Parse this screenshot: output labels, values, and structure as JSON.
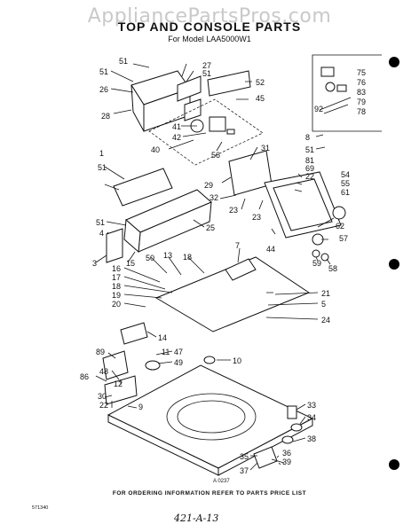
{
  "watermark": "AppliancePartsPros.com",
  "title": "TOP AND CONSOLE PARTS",
  "model": "For Model LAA5000W1",
  "footer": "FOR ORDERING INFORMATION REFER TO PARTS PRICE LIST",
  "footer_code": "571340",
  "drawing_code": "A 0237",
  "handwritten": "421-A-13",
  "callouts": {
    "c75": "75",
    "c76": "76",
    "c83": "83",
    "c79": "79",
    "c92": "92",
    "c78": "78",
    "c51a": "51",
    "c27": "27",
    "c51b": "51",
    "c51c": "51",
    "c26": "26",
    "c52": "52",
    "c45": "45",
    "c28": "28",
    "c41": "41",
    "c42": "42",
    "c40": "40",
    "c56": "56",
    "c8": "8",
    "c51d": "51",
    "c81": "81",
    "c69": "69",
    "c22": "22",
    "c31": "31",
    "c54": "54",
    "c55": "55",
    "c61": "61",
    "c1": "1",
    "c51e": "51",
    "c29": "29",
    "c32": "32",
    "c23a": "23",
    "c23b": "23",
    "c62": "62",
    "c51f": "51",
    "c4": "4",
    "c25": "25",
    "c57": "57",
    "c44": "44",
    "c59": "59",
    "c58": "58",
    "c3": "3",
    "c15": "15",
    "c50": "50",
    "c13": "13",
    "c18a": "18",
    "c7": "7",
    "c16": "16",
    "c17": "17",
    "c18b": "18",
    "c19": "19",
    "c20": "20",
    "c21": "21",
    "c5": "5",
    "c24": "24",
    "c14": "14",
    "c89": "89",
    "c11": "11",
    "c47": "47",
    "c49": "49",
    "c10": "10",
    "c86": "86",
    "c48": "48",
    "c12": "12",
    "c30": "30",
    "c22b": "22",
    "c9": "9",
    "c33": "33",
    "c34": "34",
    "c38": "38",
    "c35": "35",
    "c36": "36",
    "c39": "39",
    "c37": "37"
  }
}
